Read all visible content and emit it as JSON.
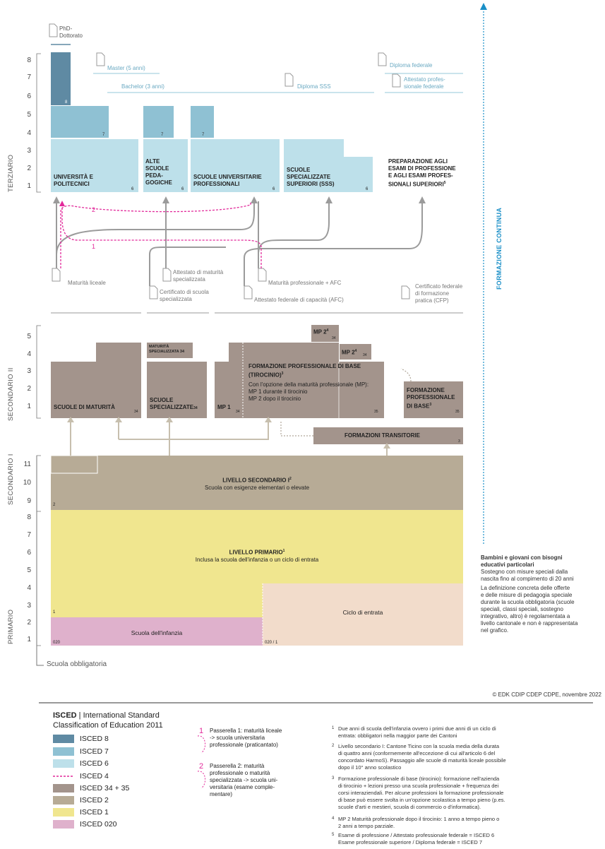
{
  "colors": {
    "isced8": "#5f8aa3",
    "isced7": "#8fc1d3",
    "isced6": "#bde0ea",
    "isced4": "#e2299a",
    "isced34": "#a3948c",
    "isced2": "#b7ab96",
    "isced1": "#f0e68f",
    "isced020": "#dfb1cc",
    "arrow_grey": "#9b9b9b",
    "line_blue": "#b9dbe6",
    "formazione_blue": "#1a8fc7"
  },
  "side_labels": {
    "terziario": "TERZIARIO",
    "secondario2": "SECONDARIO II",
    "secondario1": "SECONDARIO I",
    "primario": "PRIMARIO"
  },
  "formazione_continua": "FORMAZIONE CONTINUA",
  "tertiary": {
    "phd": "PhD-\nDottorato",
    "phd_line1": "PhD-",
    "phd_line2": "Dottorato",
    "master": "Master (5 anni)",
    "bachelor": "Bachelor (3 anni)",
    "diploma_sss": "Diploma SSS",
    "diploma_federale": "Diploma federale",
    "attestato_prof_1": "Attestato profes-",
    "attestato_prof_2": "sionale federale",
    "uni_1": "UNIVERSITÀ E",
    "uni_2": "POLITECNICI",
    "asp_1": "ALTE",
    "asp_2": "SCUOLE",
    "asp_3": "PEDA-",
    "asp_4": "GOGICHE",
    "sup_1": "SCUOLE UNIVERSITARIE",
    "sup_2": "PROFESSIONALI",
    "sss_1": "SCUOLE",
    "sss_2": "SPECIALIZZATE",
    "sss_3": "SUPERIORI (SSS)",
    "prep_1": "PREPARAZIONE AGLI",
    "prep_2": "ESAMI DI PROFESSIONE",
    "prep_3": "E AGLI ESAMI PROFES-",
    "prep_4": "SIONALI SUPERIORI",
    "prep_sup": "5",
    "code8": "8",
    "code7": "7",
    "code6": "6"
  },
  "certificates": {
    "maturita_liceale": "Maturità liceale",
    "attestato_mat_1": "Attestato di maturità",
    "attestato_mat_2": "specializzata",
    "certificato_scuola_1": "Certificato di scuola",
    "certificato_scuola_2": "specializzata",
    "maturita_prof": "Maturità professionale + AFC",
    "afc": "Attestato federale di capacità (AFC)",
    "cfp_1": "Certificato federale",
    "cfp_2": "di formazione",
    "cfp_3": "pratica (CFP)",
    "passerella1": "1",
    "passerella2": "2"
  },
  "secondary2": {
    "maturita": "SCUOLE DI MATURITÀ",
    "maturita_code": "34",
    "mat_spec_1": "MATURITÀ",
    "mat_spec_2": "SPECIALIZZATA",
    "mat_spec_code": "34",
    "spec_1": "SCUOLE",
    "spec_2": "SPECIALIZZATE",
    "spec_code": "34",
    "mp1": "MP 1",
    "mp1_code": "34",
    "fpb_1": "FORMAZIONE PROFESSIONALE DI BASE",
    "fpb_2": "(TIROCINIO)",
    "fpb_sup": "3",
    "fpb_3": "Con l'opzione della maturità professionale (MP):",
    "fpb_4": "MP 1 durante il tirocinio",
    "fpb_5": "MP 2 dopo il tirocinio",
    "fpb_code": "35",
    "mp2_top": "MP 2",
    "mp2_top_sup": "4",
    "mp2_top_code": "34",
    "mp2_mid": "MP 2",
    "mp2_mid_sup": "4",
    "mp2_mid_code": "34",
    "fp_1": "FORMAZIONE",
    "fp_2": "PROFESSIONALE",
    "fp_3": "DI BASE",
    "fp_sup": "3",
    "fp_code": "35",
    "transitorie": "FORMAZIONI TRANSITORIE",
    "transitorie_code": "3"
  },
  "secondary1": {
    "title": "LIVELLO SECONDARIO I",
    "sup": "2",
    "subtitle": "Scuola con esigenze elementari o elevate",
    "code": "2"
  },
  "primary": {
    "title": "LIVELLO PRIMARIO",
    "sup": "1",
    "subtitle": "Inclusa la scuola dell'infanzia o un ciclo di entrata",
    "code": "1",
    "infanzia": "Scuola dell'infanzia",
    "infanzia_code": "020",
    "ciclo": "Ciclo di entrata",
    "ciclo_code": "020 / 1"
  },
  "scuola_obbligatoria": "Scuola obbligatoria",
  "bisogni": {
    "title_1": "Bambini e giovani con bisogni",
    "title_2": "educativi particolari",
    "p1_1": "Sostegno con misure speciali dalla",
    "p1_2": "nascita fino al compimento di 20 anni",
    "p2_1": "La definizione concreta delle offerte",
    "p2_2": "e delle misure di pedagogia speciale",
    "p2_3": "durante la scuola obbligatoria (scuole",
    "p2_4": "speciali, classi speciali, sostegno",
    "p2_5": "integrativo, altro) è regolamentata a",
    "p2_6": "livello cantonale e non è rappresentata",
    "p2_7": "nel grafico."
  },
  "copyright": "© EDK CDIP CDEP CDPE, novembre 2022",
  "legend": {
    "title_bold": "ISCED",
    "title_rest": " | International Standard",
    "title_2": "Classification of Education 2011",
    "items": [
      "ISCED 8",
      "ISCED 7",
      "ISCED 6",
      "ISCED 4",
      "ISCED 34 + 35",
      "ISCED 2",
      "ISCED 1",
      "ISCED 020"
    ]
  },
  "passerelle": {
    "p1_num": "1",
    "p1_1": "Passerella 1:  maturità liceale",
    "p1_2": "-> scuola universitaria",
    "p1_3": "professionale (praticantato)",
    "p2_num": "2",
    "p2_1": "Passerella 2:  maturità",
    "p2_2": "professionale o maturità",
    "p2_3": "specializzata -> scuola uni-",
    "p2_4": "versitaria (esame comple-",
    "p2_5": "mentare)"
  },
  "footnotes": [
    {
      "n": "1",
      "lines": [
        "Due anni di scuola dell'infanzia ovvero i primi due anni di un ciclo di",
        "entrata: obbligatori nella maggior parte dei Cantoni"
      ]
    },
    {
      "n": "2",
      "lines": [
        "Livello secondario I: Cantone Ticino con la scuola media della durata",
        "di quattro anni (conformemente all'eccezione di cui all'articolo 6 del",
        "concordato HarmoS). Passaggio alle scuole di maturità liceale possibile",
        "dopo il 10° anno scolastico"
      ]
    },
    {
      "n": "3",
      "lines": [
        "Formazione professionale di base (tirocinio): formazione nell'azienda",
        "di tirocinio + lezioni presso una scuola professionale + frequenza dei",
        "corsi interaziendali. Per alcune professioni la formazione professionale",
        "di base può essere svolta in un'opzione scolastica a tempo pieno (p.es.",
        "scuole d'arti e mestieri, scuola di commercio o d'informatica)."
      ]
    },
    {
      "n": "4",
      "lines": [
        "MP 2 Maturità professionale dopo il tirocinio: 1 anno a tempo pieno o",
        "2 anni a tempo parziale."
      ]
    },
    {
      "n": "5",
      "lines": [
        "Esame di professione / Attestato professionale federale = ISCED 6",
        "Esame professionale superiore / Diploma federale = ISCED 7"
      ]
    }
  ],
  "axis": {
    "terz": [
      "8",
      "7",
      "6",
      "5",
      "4",
      "3",
      "2",
      "1"
    ],
    "sec2": [
      "5",
      "4",
      "3",
      "2",
      "1"
    ],
    "sec1": [
      "11",
      "10",
      "9"
    ],
    "prim": [
      "8",
      "7",
      "6",
      "5",
      "4",
      "3",
      "2",
      "1"
    ]
  }
}
